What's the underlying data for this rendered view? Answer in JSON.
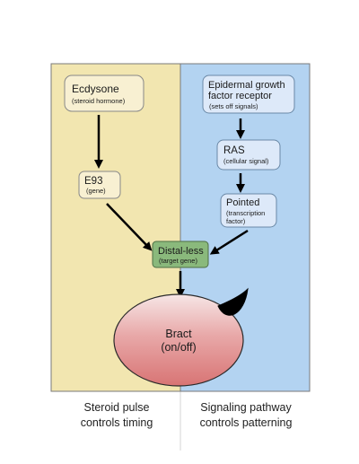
{
  "left_panel": {
    "color": "#f2e6b0",
    "nodes": {
      "ecdysone": {
        "title": "Ecdysone",
        "subtitle": "(steroid hormone)"
      },
      "e93": {
        "title": "E93",
        "subtitle": "(gene)"
      }
    },
    "caption": {
      "line1": "Steroid pulse",
      "line2": "controls timing"
    }
  },
  "right_panel": {
    "color": "#b3d3f1",
    "nodes": {
      "egfr": {
        "title_line1": "Epidermal growth",
        "title_line2": "factor receptor",
        "subtitle": "(sets off signals)"
      },
      "ras": {
        "title": "RAS",
        "subtitle": "(cellular signal)"
      },
      "pointed": {
        "title": "Pointed",
        "subtitle_line1": "(transcription",
        "subtitle_line2": "factor)"
      }
    },
    "caption": {
      "line1": "Signaling pathway",
      "line2": "controls patterning"
    }
  },
  "target": {
    "title": "Distal-less",
    "subtitle": "(target gene)",
    "color": "#8ab97c"
  },
  "bract": {
    "title": "Bract",
    "subtitle": "(on/off)",
    "color": "#e07f80"
  },
  "node_colors": {
    "left_box": "#f8f0d2",
    "right_box": "#dde9f9"
  }
}
